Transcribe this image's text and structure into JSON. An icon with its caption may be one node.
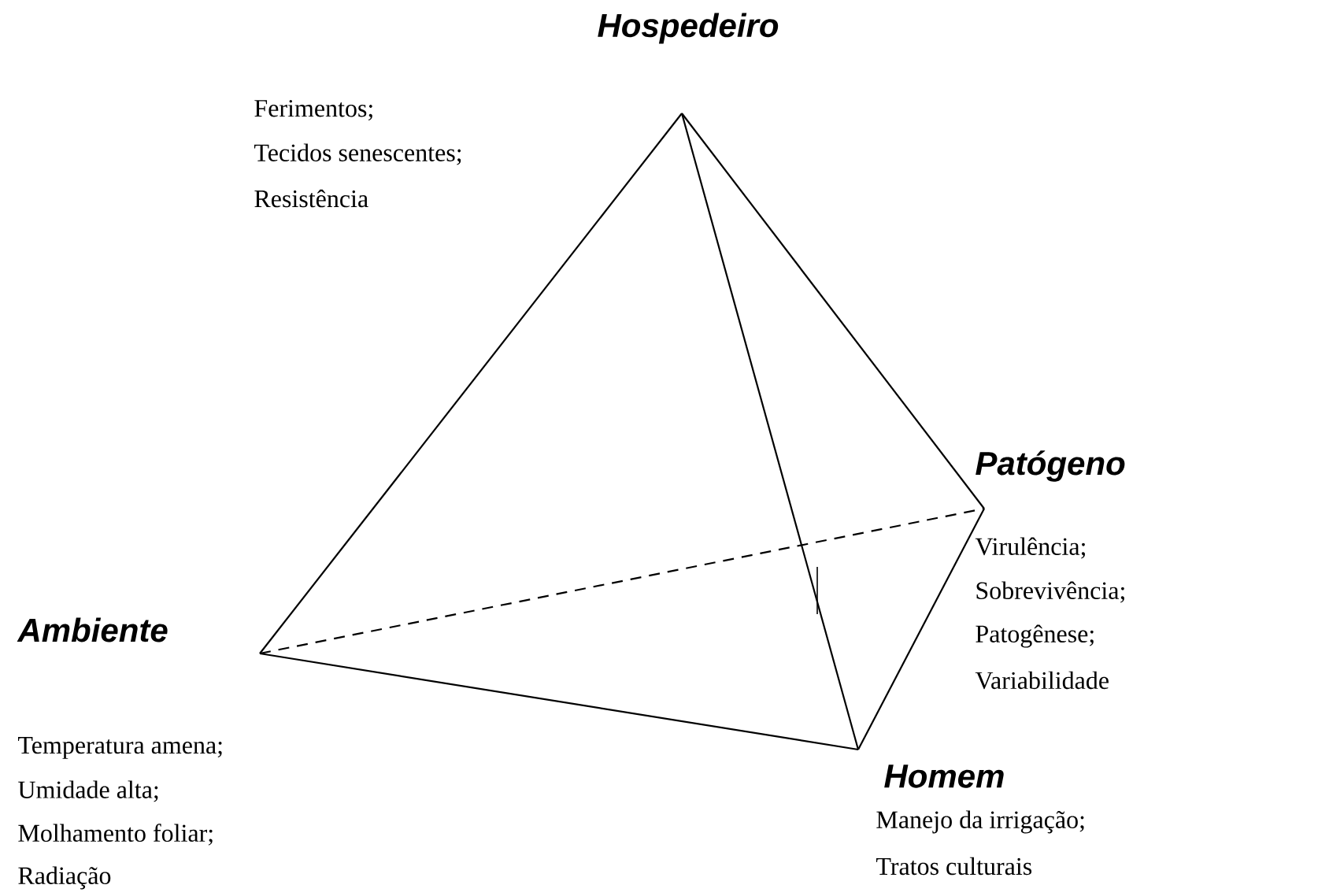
{
  "diagram": {
    "nodes": [
      {
        "text": [
          "Hospedeiro",
          "Ferimentos;",
          "Tecidos senescentes;",
          "Resistência"
        ]
      },
      {
        "text": [
          "Patógeno",
          "Virulência;",
          "Sobrevivência;",
          "Patogênese;",
          "Variabilidade"
        ]
      },
      {
        "text": [
          "Ambiente",
          "Temperatura amena;",
          "Umidade alta;",
          "Molhamento foliar;",
          "Radiação"
        ]
      },
      {
        "text": [
          "Homem",
          "Manejo da irrigação;",
          "Tratos culturais"
        ]
      }
    ],
    "edges": [
      {
        "from": 0,
        "to": 1,
        "arrow": "none"
      },
      {
        "from": 0,
        "to": 2,
        "arrow": "none"
      },
      {
        "from": 0,
        "to": 3,
        "arrow": "none"
      },
      {
        "from": 2,
        "to": 3,
        "arrow": "none"
      },
      {
        "from": 1,
        "to": 3,
        "arrow": "none"
      },
      {
        "from": 2,
        "to": 1,
        "arrow": "none",
        "style": "dashed"
      }
    ]
  }
}
